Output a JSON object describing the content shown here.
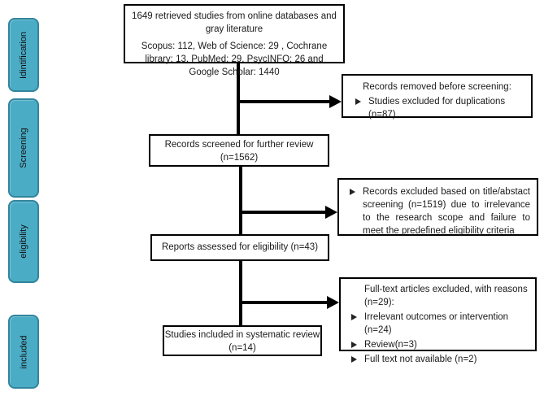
{
  "sidebar": {
    "fill_color": "#4bacc6",
    "border_color": "#31859c",
    "stages": [
      {
        "label": "Idintification"
      },
      {
        "label": "Screening"
      },
      {
        "label": "eligibility"
      },
      {
        "label": "included"
      }
    ]
  },
  "flow": {
    "top_box": {
      "line1": "1649  retrieved studies from online databases and gray literature",
      "line2": "Scopus: 112, Web of Science: 29 , Cochrane library:  13, PubMed: 29, PsycINFO: 26 and Google Scholar: 1440"
    },
    "screened_box": {
      "line1": "Records screened for further review",
      "line2": "(n=1562)"
    },
    "reports_box": {
      "line1": "Reports assessed for eligibility (n=43)"
    },
    "included_box": {
      "line1": "Studies included in systematic review",
      "line2": "(n=14)"
    },
    "removed_box": {
      "title": "Records removed before screening:",
      "bullets": [
        "Studies excluded for duplications (n=87)"
      ]
    },
    "title_screen_excluded_box": {
      "bullets": [
        "Records excluded based on title/abstact screening (n=1519) due to irrelevance to the research scope and failure to meet the predefined eligibility criteria"
      ]
    },
    "fulltext_excluded_box": {
      "title": "Full-text articles excluded, with reasons (n=29):",
      "bullets": [
        "Irrelevant outcomes or intervention (n=24)",
        "Review(n=3)",
        "Full text not available (n=2)"
      ]
    }
  },
  "icons": {
    "bullet": "right-arrowhead"
  },
  "connector_color": "#000000"
}
